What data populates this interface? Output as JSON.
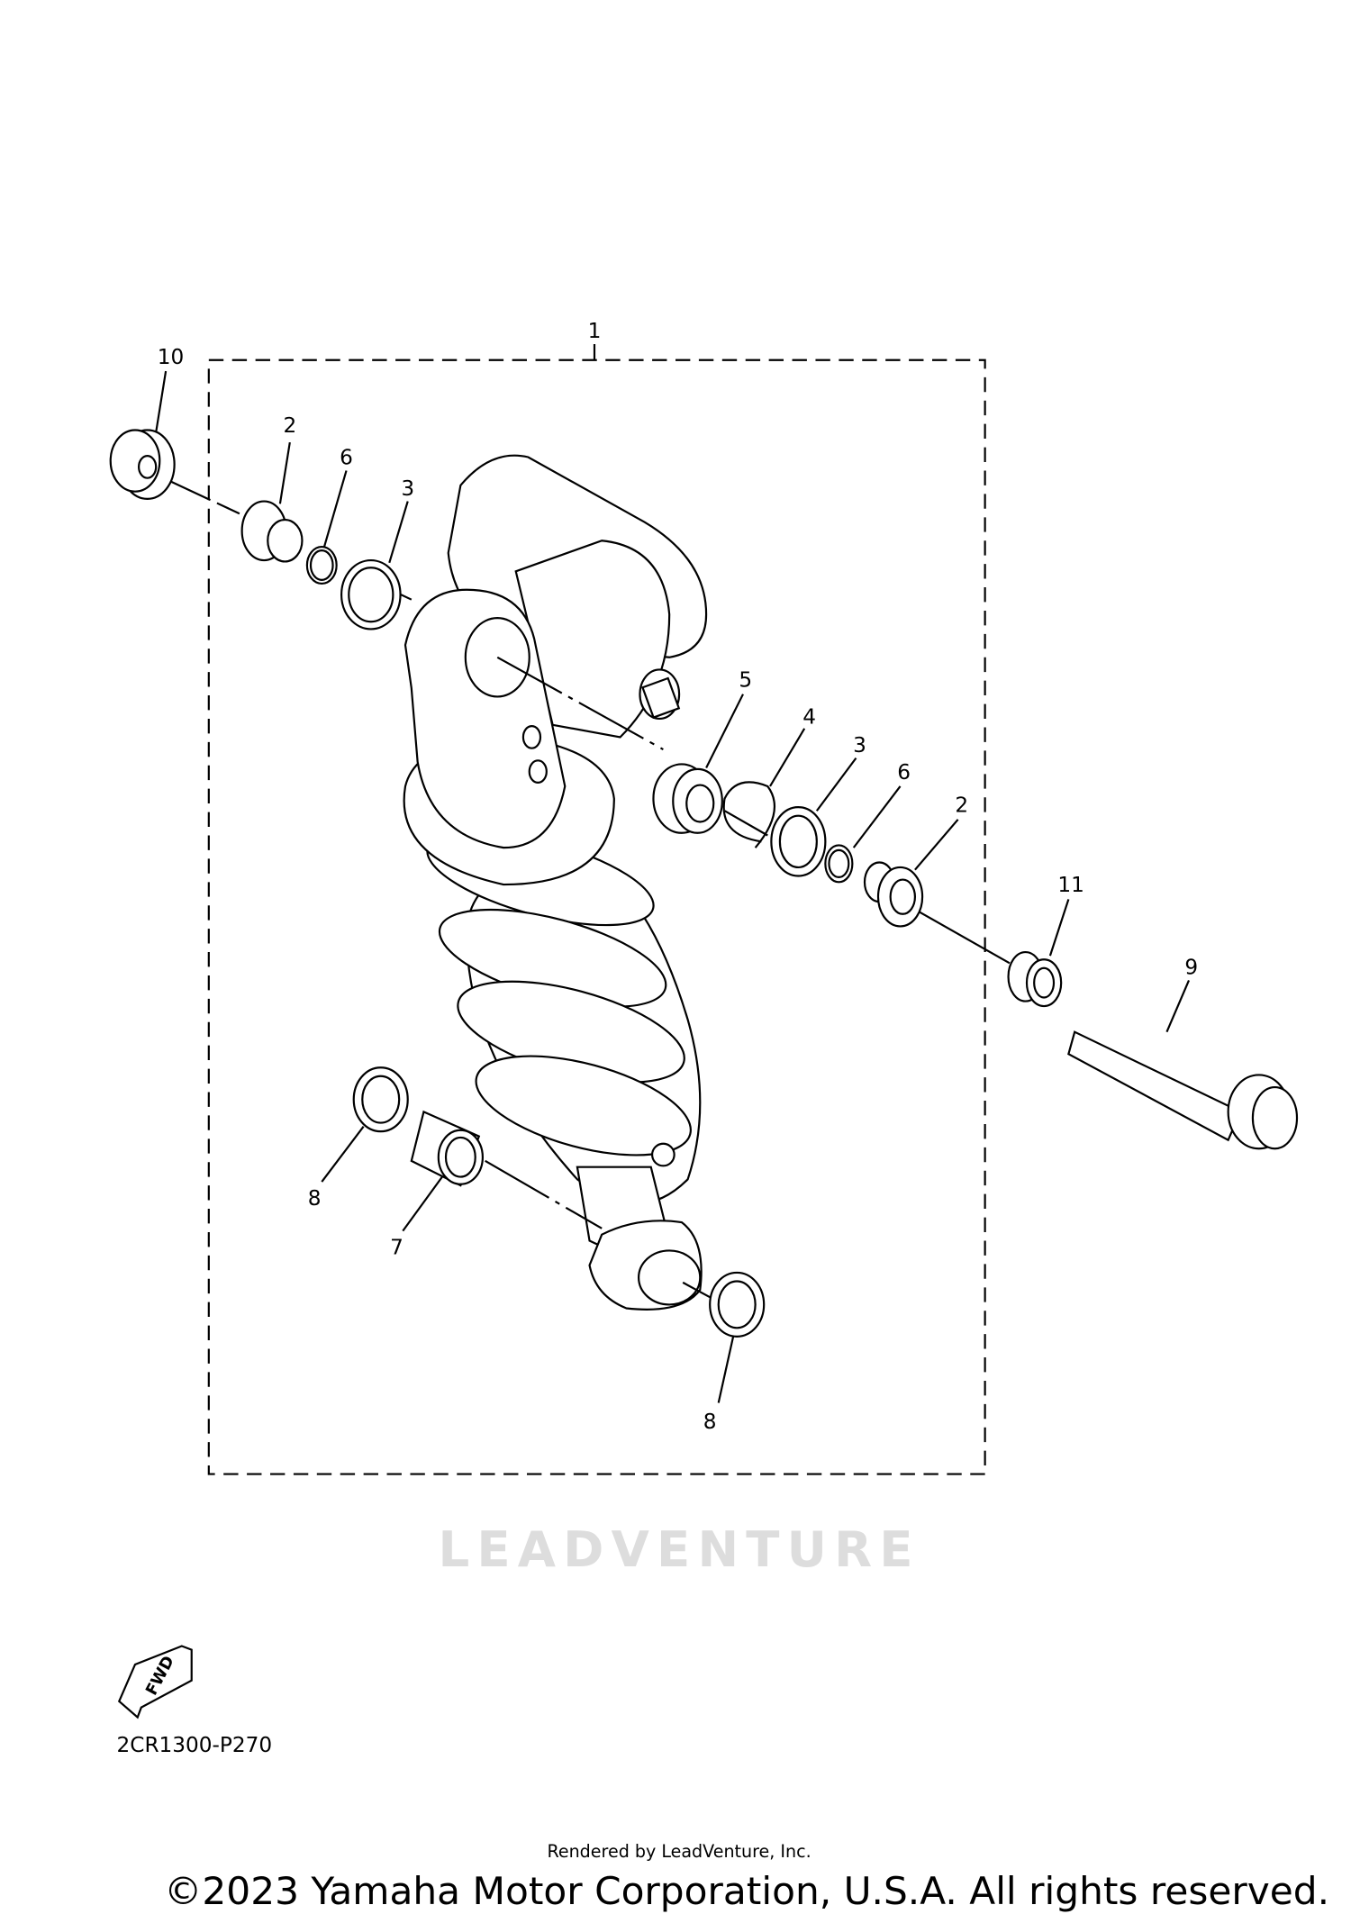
{
  "diagram": {
    "assembly_label": "1",
    "callouts": [
      {
        "id": "c10",
        "label": "10"
      },
      {
        "id": "c2a",
        "label": "2"
      },
      {
        "id": "c6a",
        "label": "6"
      },
      {
        "id": "c3a",
        "label": "3"
      },
      {
        "id": "c5",
        "label": "5"
      },
      {
        "id": "c4",
        "label": "4"
      },
      {
        "id": "c3b",
        "label": "3"
      },
      {
        "id": "c6b",
        "label": "6"
      },
      {
        "id": "c2b",
        "label": "2"
      },
      {
        "id": "c11",
        "label": "11"
      },
      {
        "id": "c9",
        "label": "9"
      },
      {
        "id": "c8a",
        "label": "8"
      },
      {
        "id": "c7",
        "label": "7"
      },
      {
        "id": "c8b",
        "label": "8"
      }
    ],
    "fwd_label": "FWD",
    "diagram_code": "2CR1300-P270",
    "watermark": "LEADVENTURE"
  },
  "footer": {
    "copyright": "©2023 Yamaha Motor Corporation, U.S.A. All rights reserved.",
    "rendered_by": "Rendered by LeadVenture, Inc."
  }
}
